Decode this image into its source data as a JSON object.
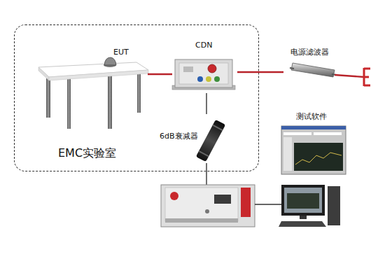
{
  "diagram": {
    "nodes": [
      {
        "text": [
          "EMC实验室"
        ]
      },
      {
        "text": [
          "EUT"
        ],
        "in": 0
      },
      {
        "text": [
          "CDN"
        ],
        "in": 0
      },
      {
        "text": [
          "电源滤波器"
        ]
      },
      {
        "text": [
          "6dB衰减器"
        ]
      },
      {
        "text": [
          "测试软件"
        ]
      }
    ],
    "edges": [
      {
        "from": 1,
        "to": 2,
        "arrow": "none"
      },
      {
        "from": 2,
        "to": 3,
        "arrow": "none"
      },
      {
        "from": 2,
        "to": 4,
        "arrow": "none"
      }
    ]
  }
}
